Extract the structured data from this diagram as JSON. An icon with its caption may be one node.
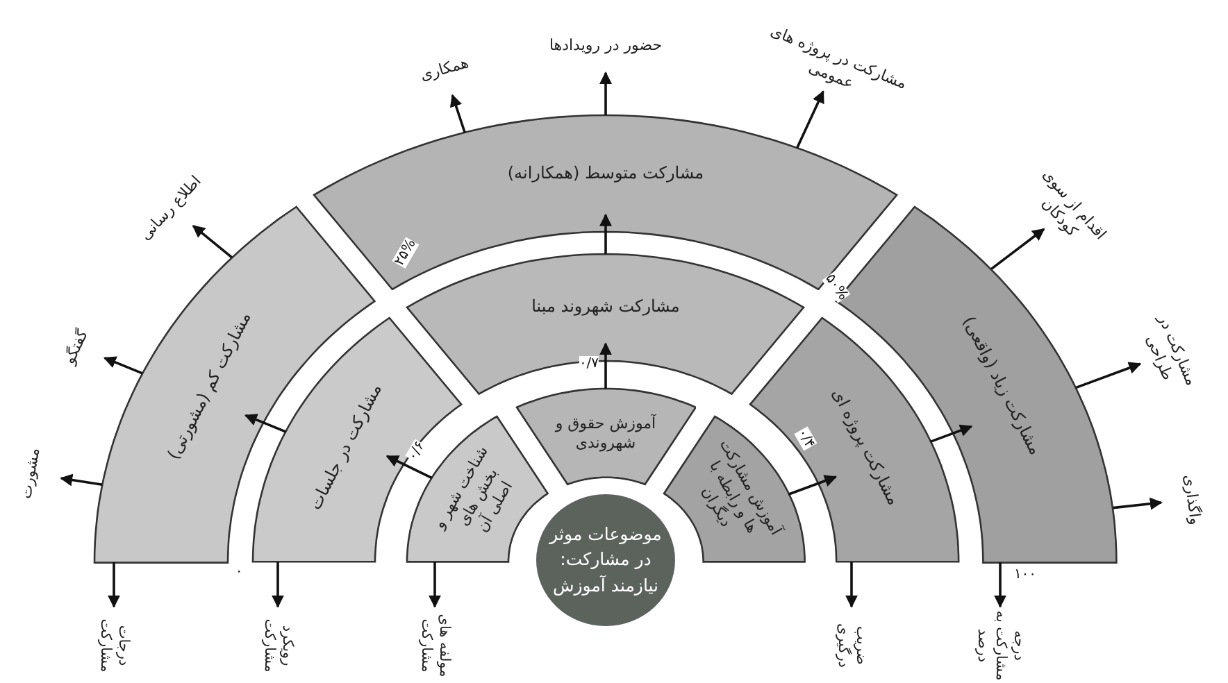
{
  "diagram": {
    "nodes": [
      {
        "text": [
          "موضوعات موثر در مشارکت: نیازمند آموزش"
        ]
      },
      {
        "text": [
          "شناخت شهر و بخش های اصلی آن"
        ]
      },
      {
        "text": [
          "آموزش حقوق و شهروندی"
        ]
      },
      {
        "text": [
          "آموزش مشارکت ها و رابطه با دیگران"
        ]
      },
      {
        "text": [
          "مشارکت در جلسات"
        ]
      },
      {
        "text": [
          "مشارکت شهروند مبنا"
        ]
      },
      {
        "text": [
          "مشارکت پروژه ای"
        ]
      },
      {
        "text": [
          "مشارکت کم (مشورتی)"
        ]
      },
      {
        "text": [
          "مشارکت متوسط (همکارانه)"
        ]
      },
      {
        "text": [
          "مشارکت زیاد (واقعی)"
        ]
      },
      {
        "text": [
          "مشورت"
        ]
      },
      {
        "text": [
          "گفتگو"
        ]
      },
      {
        "text": [
          "اطلاع رسانی"
        ]
      },
      {
        "text": [
          "همکاری"
        ]
      },
      {
        "text": [
          "حضور در رویدادها"
        ]
      },
      {
        "text": [
          "مشارکت در پروژه های عمومی"
        ]
      },
      {
        "text": [
          "اقدام از سوی کودکان"
        ]
      },
      {
        "text": [
          "مشارکت در طراحی"
        ]
      },
      {
        "text": [
          "واگذاری"
        ]
      },
      {
        "text": [
          "درجات مشارکت"
        ]
      },
      {
        "text": [
          "رویکرد مشارکت"
        ]
      },
      {
        "text": [
          "مولفه های مشارکت"
        ]
      },
      {
        "text": [
          "ضریب درگیری"
        ]
      },
      {
        "text": [
          "درجه مشارکت به درصد"
        ]
      }
    ],
    "edges": [
      {
        "from": 1,
        "to": 4,
        "arrow": "to"
      },
      {
        "from": 4,
        "to": 7,
        "arrow": "to"
      },
      {
        "from": 2,
        "to": 5,
        "arrow": "to"
      },
      {
        "from": 5,
        "to": 8,
        "arrow": "to"
      },
      {
        "from": 3,
        "to": 6,
        "arrow": "to"
      },
      {
        "from": 6,
        "to": 9,
        "arrow": "to"
      },
      {
        "from": 7,
        "to": 10,
        "arrow": "to"
      },
      {
        "from": 7,
        "to": 11,
        "arrow": "to"
      },
      {
        "from": 7,
        "to": 12,
        "arrow": "to"
      },
      {
        "from": 8,
        "to": 13,
        "arrow": "to"
      },
      {
        "from": 8,
        "to": 14,
        "arrow": "to"
      },
      {
        "from": 8,
        "to": 15,
        "arrow": "to"
      },
      {
        "from": 9,
        "to": 16,
        "arrow": "to"
      },
      {
        "from": 9,
        "to": 17,
        "arrow": "to"
      },
      {
        "from": 9,
        "to": 18,
        "arrow": "to"
      },
      {
        "from": 7,
        "to": 19,
        "arrow": "to"
      },
      {
        "from": 4,
        "to": 20,
        "arrow": "to"
      },
      {
        "from": 1,
        "to": 21,
        "arrow": "to"
      },
      {
        "from": 6,
        "to": 22,
        "arrow": "to"
      },
      {
        "from": 9,
        "to": 23,
        "arrow": "to"
      }
    ],
    "labels": [
      "۲۵%",
      "۵۰%",
      "۰/۷",
      "۰/۶",
      "۰/۴",
      "۰",
      "۱۰۰"
    ]
  }
}
